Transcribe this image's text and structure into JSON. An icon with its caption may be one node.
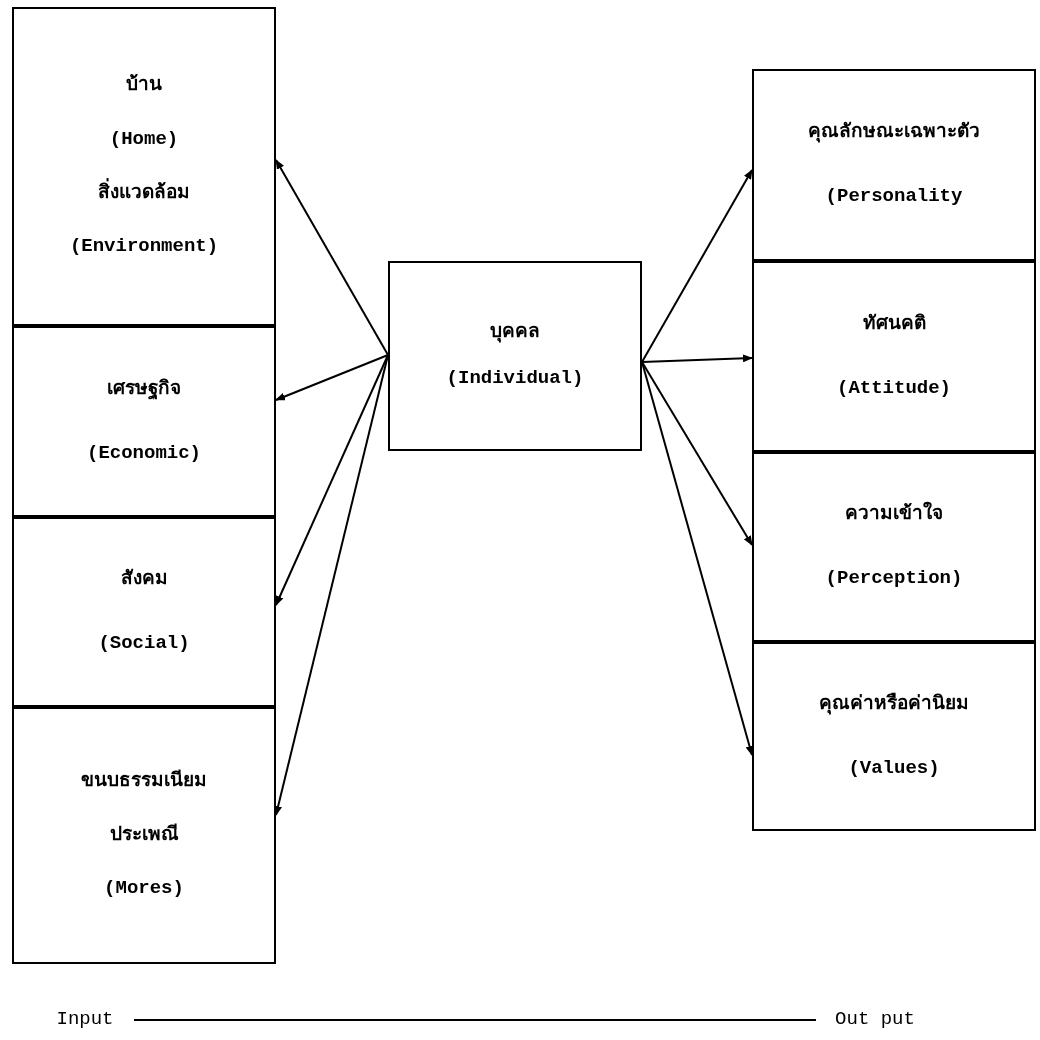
{
  "diagram": {
    "nodes": [
      {
        "text": [
          "บ้าน",
          "(Home)",
          "สิ่งแวดล้อม",
          "(Environment)"
        ]
      },
      {
        "text": [
          "เศรษฐกิจ",
          "(Economic)"
        ]
      },
      {
        "text": [
          "สังคม",
          "(Social)"
        ]
      },
      {
        "text": [
          "ขนบธรรมเนียม",
          "ประเพณี",
          "(Mores)"
        ]
      },
      {
        "text": [
          "บุคคล",
          "(Individual)"
        ]
      },
      {
        "text": [
          "คุณลักษณะเฉพาะตัว",
          "(Personality"
        ]
      },
      {
        "text": [
          "ทัศนคติ",
          "(Attitude)"
        ]
      },
      {
        "text": [
          "ความเข้าใจ",
          "(Perception)"
        ]
      },
      {
        "text": [
          "คุณค่าหรือค่านิยม",
          "(Values)"
        ]
      },
      {
        "text": [
          "Input"
        ]
      },
      {
        "text": [
          "Out put"
        ]
      }
    ],
    "edges": [
      {
        "from": 4,
        "to": 0,
        "arrow": "to"
      },
      {
        "from": 4,
        "to": 1,
        "arrow": "to"
      },
      {
        "from": 4,
        "to": 2,
        "arrow": "to"
      },
      {
        "from": 4,
        "to": 3,
        "arrow": "to"
      },
      {
        "from": 4,
        "to": 5,
        "arrow": "to"
      },
      {
        "from": 4,
        "to": 6,
        "arrow": "to"
      },
      {
        "from": 4,
        "to": 7,
        "arrow": "to"
      },
      {
        "from": 4,
        "to": 8,
        "arrow": "to"
      },
      {
        "from": 9,
        "to": 10,
        "arrow": "none"
      }
    ]
  }
}
